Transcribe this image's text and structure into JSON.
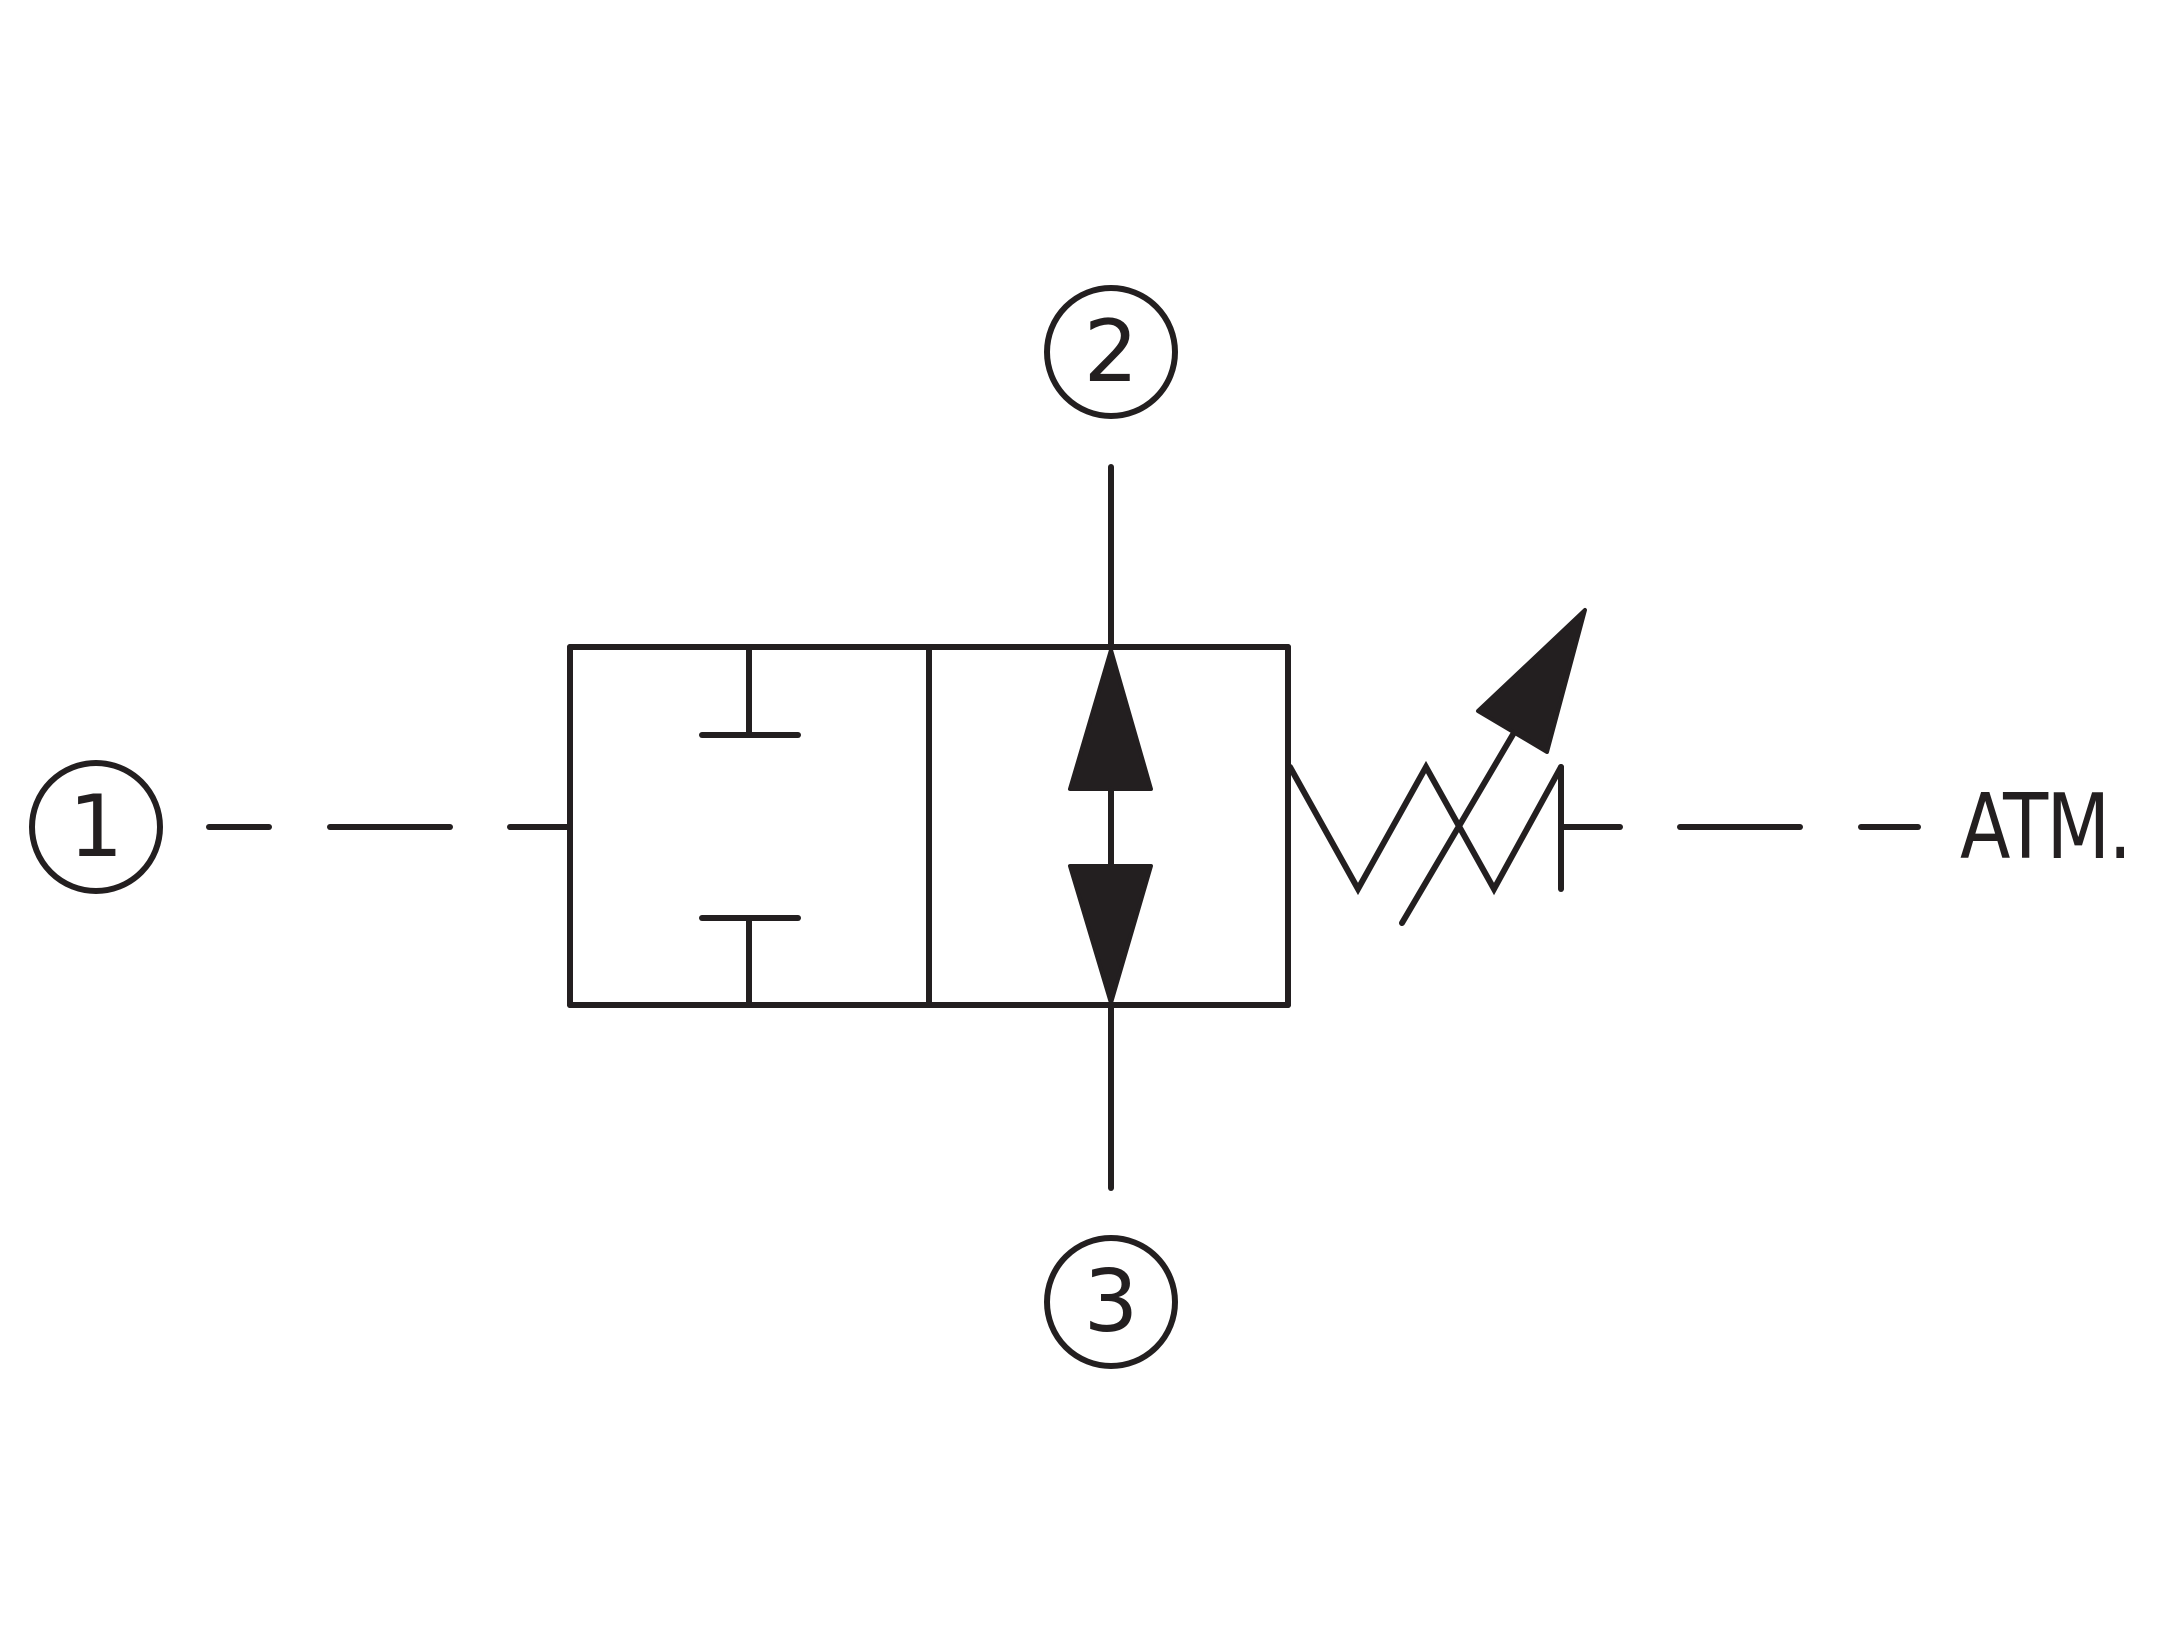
{
  "diagram": {
    "ports": {
      "port1": "1",
      "port2": "2",
      "port3": "3"
    },
    "vent_label": "ATM.",
    "stroke_color": "#231f20",
    "background": "#ffffff"
  }
}
